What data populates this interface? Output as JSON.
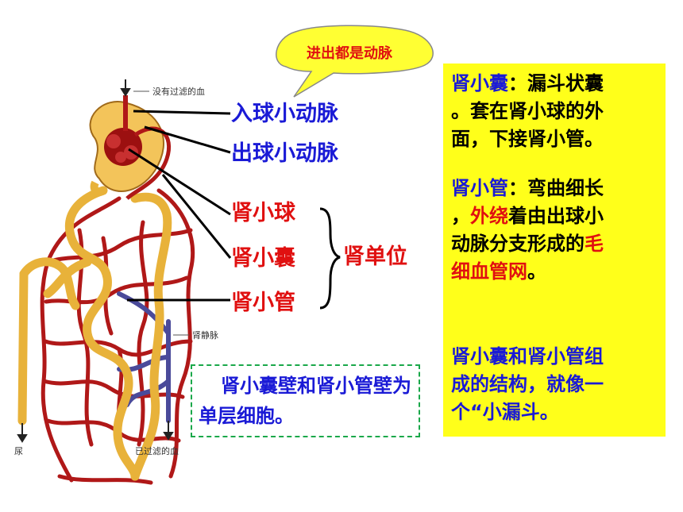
{
  "diagram": {
    "caption_top": "没有过滤的血",
    "caption_vein": "肾静脉",
    "caption_urine": "尿",
    "caption_filtered": "已过滤的血"
  },
  "bubble": {
    "text": "进出都是动脉"
  },
  "labels": {
    "afferent": "入球小动脉",
    "efferent": "出球小动脉",
    "glomerulus": "肾小球",
    "capsule": "肾小囊",
    "tubule": "肾小管",
    "nephron": "肾单位"
  },
  "panel": {
    "p1_key": "肾小囊",
    "p1_rest_line1": "：漏斗状囊",
    "p1_line2": "。套在肾小球的外",
    "p1_line3": "面，下接肾小管。",
    "p2_key": "肾小管",
    "p2_rest_line1": "：弯曲细长",
    "p2_line2_a": "，",
    "p2_line2_red": "外绕",
    "p2_line2_b": "着由出球小",
    "p2_line3_a": "动脉分支形成的",
    "p2_line3_red": "毛",
    "p2_line4_red": "细血管网",
    "p2_line4_b": "。",
    "p3_line1": "肾小囊和肾小管组",
    "p3_line2": "成的结构，就像一",
    "p3_line3": "个“小漏斗。"
  },
  "note": {
    "text": "肾小囊壁和肾小管壁为单层细胞。"
  },
  "colors": {
    "panel_bg": "#ffff1a",
    "blue_text": "#1a1ad6",
    "red_text": "#e01010",
    "note_border": "#1aa84a",
    "artery": "#b01818",
    "tubule": "#e8b23a",
    "vein": "#4a4a9a"
  }
}
